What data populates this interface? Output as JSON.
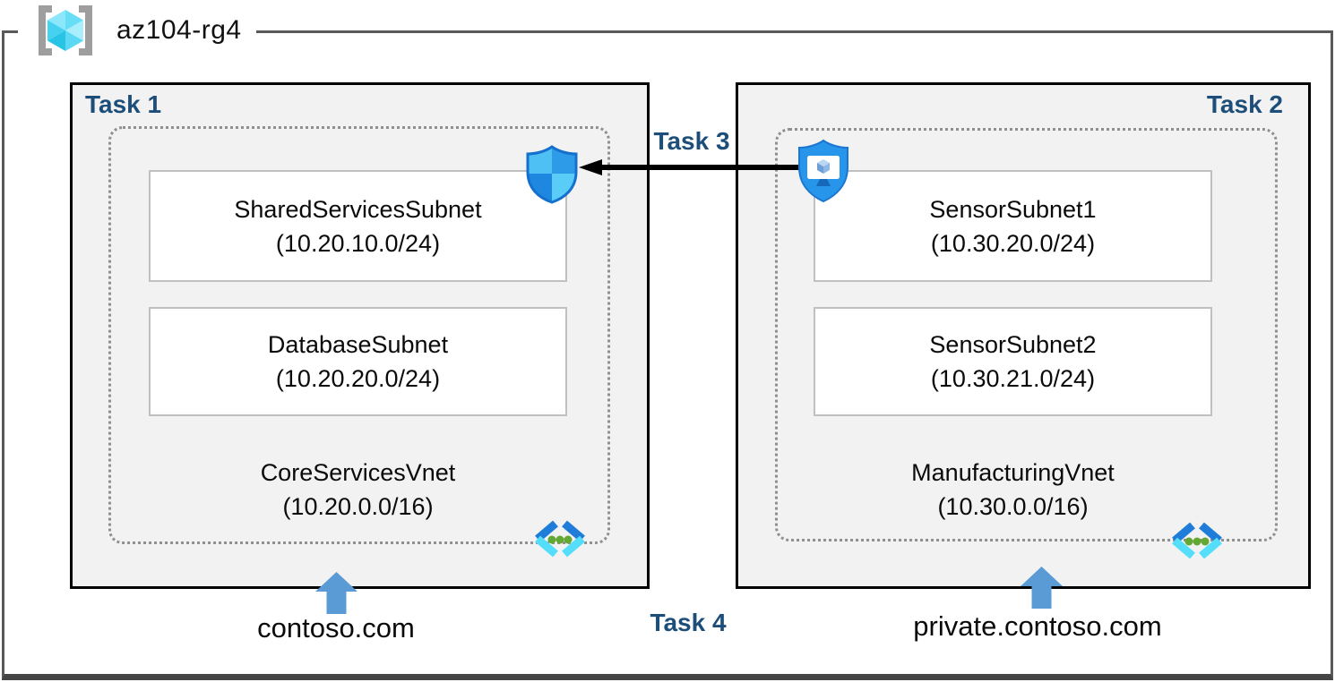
{
  "resource_group": {
    "name": "az104-rg4"
  },
  "task_labels": {
    "task1": "Task 1",
    "task2": "Task 2",
    "task3": "Task 3",
    "task4": "Task 4"
  },
  "vnets": [
    {
      "name": "CoreServicesVnet",
      "cidr": "(10.20.0.0/16)",
      "dns": "contoso.com",
      "subnets": [
        {
          "name": "SharedServicesSubnet",
          "cidr": "(10.20.10.0/24)"
        },
        {
          "name": "DatabaseSubnet",
          "cidr": "(10.20.20.0/24)"
        }
      ]
    },
    {
      "name": "ManufacturingVnet",
      "cidr": "(10.30.0.0/16)",
      "dns": "private.contoso.com",
      "subnets": [
        {
          "name": "SensorSubnet1",
          "cidr": "(10.30.20.0/24)"
        },
        {
          "name": "SensorSubnet2",
          "cidr": "(10.30.21.0/24)"
        }
      ]
    }
  ],
  "icons": {
    "resource_group": "resource-group-icon",
    "nsg_shield": "network-security-group-shield-icon",
    "vm_shield": "virtual-machine-shield-icon",
    "vnet": "virtual-network-icon",
    "peering_arrow": "black-left-arrow",
    "dns_arrow": "blue-up-arrow"
  },
  "colors": {
    "task_label_navy": "#1C4E79",
    "box_fill": "#F2F2F2",
    "frame_gray": "#595959",
    "dns_arrow_blue": "#5B9BD5",
    "shield_blue": "#2795E9",
    "vnet_chevron_dark": "#1F7CD8",
    "vnet_chevron_light": "#54DEFA",
    "vnet_dot_green": "#63A832"
  }
}
